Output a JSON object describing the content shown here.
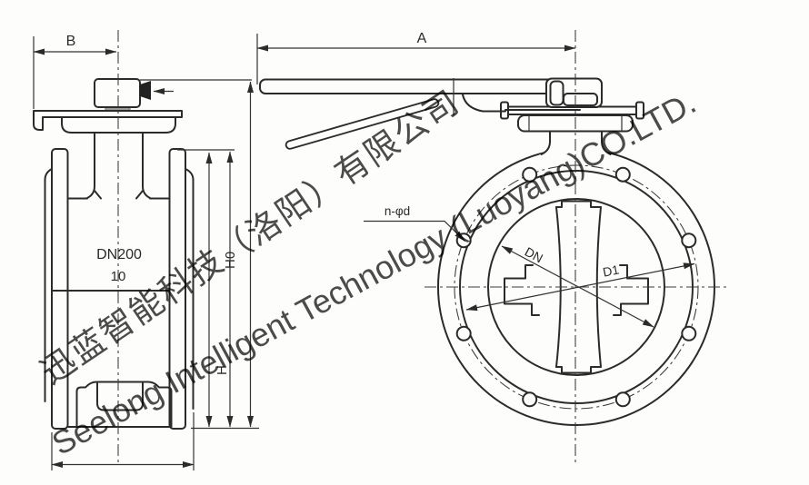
{
  "drawing": {
    "side_view": {
      "labels": {
        "dim_b": "B",
        "dim_h0": "H0",
        "dim_h": "H",
        "nominal_size": "DN200",
        "pressure_rating": "10"
      }
    },
    "front_view": {
      "labels": {
        "dim_a": "A",
        "dim_dn": "DN",
        "dim_d1": "D1",
        "bolt_holes": "n-φd"
      }
    },
    "watermark": {
      "chinese": "迅蓝智能科技（洛阳）有限公司",
      "english": "Seelong Intelligent Technology (Luoyang)CO.LTD.",
      "color": "#8a8a8a"
    },
    "style": {
      "line_color": "#2b2b2b",
      "paper_color": "#fdfdfb"
    }
  }
}
